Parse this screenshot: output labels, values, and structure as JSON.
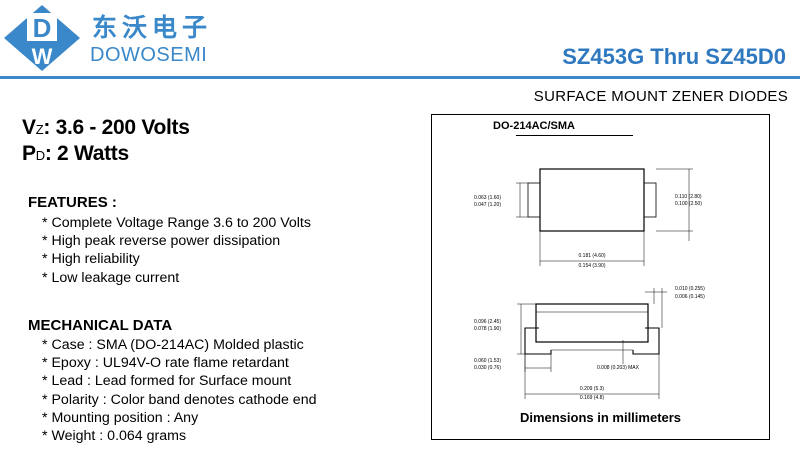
{
  "brand": {
    "name_cn": "东沃电子",
    "name_en": "DOWOSEMI",
    "logo_letters": [
      "D",
      "W"
    ],
    "color": "#3a88c9"
  },
  "header": {
    "title": "SZ453G Thru SZ45D0",
    "title_color": "#2e78c0",
    "subtitle": "SURFACE MOUNT ZENER DIODES"
  },
  "specs": [
    {
      "symbol": "V",
      "subscript": "Z",
      "value": ": 3.6 - 200 Volts"
    },
    {
      "symbol": "P",
      "subscript": "D",
      "value": ": 2 Watts"
    }
  ],
  "features": {
    "heading": "FEATURES :",
    "items": [
      "* Complete Voltage Range 3.6 to 200 Volts",
      "* High peak reverse power dissipation",
      "* High reliability",
      "* Low leakage current"
    ]
  },
  "mechanical": {
    "heading": "MECHANICAL DATA",
    "items": [
      "* Case : SMA (DO-214AC) Molded plastic",
      "* Epoxy : UL94V-O rate flame retardant",
      "* Lead : Lead formed for Surface mount",
      "* Polarity : Color band denotes cathode end",
      "* Mounting position : Any",
      "* Weight : 0.064 grams"
    ]
  },
  "package": {
    "name": "DO-214AC/SMA",
    "caption": "Dimensions in millimeters",
    "dims": {
      "lead_height": [
        "0.063 (1.60)",
        "0.047 (1.20)"
      ],
      "body_height": [
        "0.110 (2.80)",
        "0.100 (2.50)"
      ],
      "body_length": [
        "0.181 (4.60)",
        "0.154 (3.90)"
      ],
      "lead_thickness": [
        "0.010 (0.255)",
        "0.006 (0.145)"
      ],
      "total_height": [
        "0.096 (2.45)",
        "0.078 (1.90)"
      ],
      "lead_foot": [
        "0.060 (1.53)",
        "0.030 (0.76)"
      ],
      "standoff": "0.008 (0.203) MAX",
      "overall_length": [
        "0.209 (5.3)",
        "0.169 (4.8)"
      ]
    }
  }
}
